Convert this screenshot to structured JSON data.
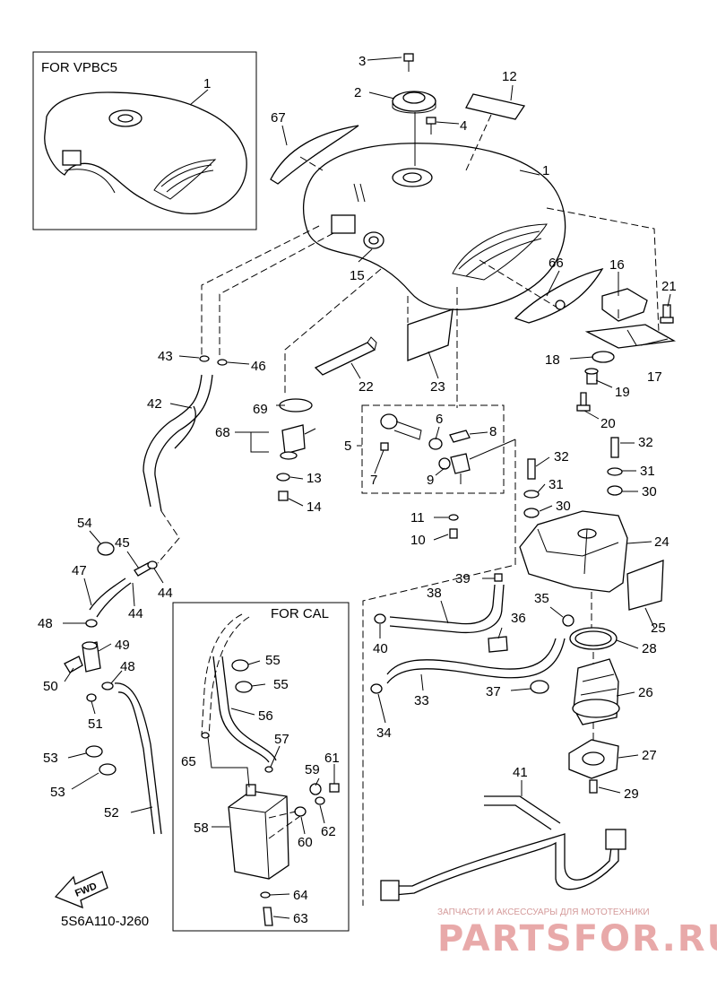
{
  "insets": {
    "vpbc5_label": "FOR VPBC5",
    "cal_label": "FOR CAL"
  },
  "diagram_code": "5S6A110-J260",
  "fwd_label": "FWD",
  "watermark": {
    "subtitle": "ЗАПЧАСТИ И АКСЕССУАРЫ ДЛЯ МОТОТЕХНИКИ",
    "brand": "PARTSFOR.RU"
  },
  "callouts": {
    "p1_inset": "1",
    "p1": "1",
    "p2": "2",
    "p3": "3",
    "p4": "4",
    "p5": "5",
    "p6": "6",
    "p7": "7",
    "p8": "8",
    "p9": "9",
    "p10": "10",
    "p11": "11",
    "p12": "12",
    "p13": "13",
    "p14": "14",
    "p15": "15",
    "p16": "16",
    "p17": "17",
    "p18": "18",
    "p19": "19",
    "p20": "20",
    "p21": "21",
    "p22": "22",
    "p23": "23",
    "p24": "24",
    "p25": "25",
    "p26": "26",
    "p27": "27",
    "p28": "28",
    "p29": "29",
    "p30a": "30",
    "p30b": "30",
    "p31a": "31",
    "p31b": "31",
    "p32a": "32",
    "p32b": "32",
    "p33": "33",
    "p34": "34",
    "p35": "35",
    "p36": "36",
    "p37": "37",
    "p38": "38",
    "p39": "39",
    "p40": "40",
    "p41": "41",
    "p42": "42",
    "p43": "43",
    "p44a": "44",
    "p44b": "44",
    "p45": "45",
    "p46": "46",
    "p47": "47",
    "p48a": "48",
    "p48b": "48",
    "p49": "49",
    "p50": "50",
    "p51": "51",
    "p52": "52",
    "p53a": "53",
    "p53b": "53",
    "p54": "54",
    "p55a": "55",
    "p55b": "55",
    "p56": "56",
    "p57": "57",
    "p58": "58",
    "p59": "59",
    "p60": "60",
    "p61": "61",
    "p62": "62",
    "p63": "63",
    "p64": "64",
    "p65": "65",
    "p66": "66",
    "p67": "67",
    "p68": "68",
    "p69": "69"
  }
}
